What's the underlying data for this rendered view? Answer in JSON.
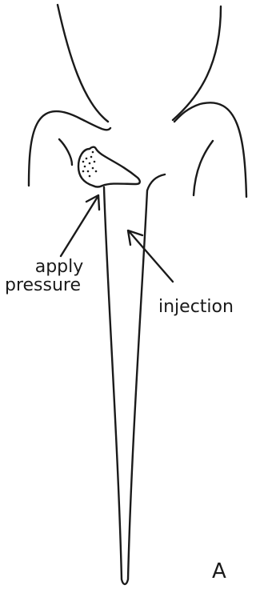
{
  "diagram": {
    "labels": {
      "apply": "apply",
      "pressure": "pressure",
      "injection": "injection"
    },
    "panel_letter": "A",
    "ink_color": "#1a1a1a"
  }
}
